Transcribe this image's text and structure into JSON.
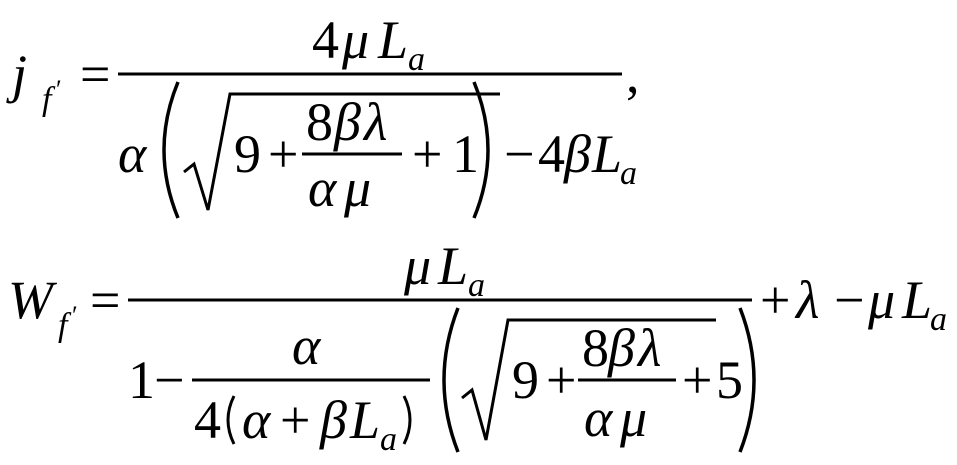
{
  "equation1": {
    "lhs_var": "j",
    "lhs_sub": "f",
    "lhs_prime": "′",
    "equals": "=",
    "numerator": {
      "coef": "4",
      "mu": "μ",
      "L": "L",
      "L_sub": "a"
    },
    "denominator": {
      "alpha": "α",
      "nine": "9",
      "plus1": "+",
      "frac_num": {
        "eight": "8",
        "beta": "β",
        "lambda": "λ"
      },
      "frac_den": {
        "alpha": "α",
        "mu": "μ"
      },
      "plus2": "+",
      "one": "1",
      "minus": "−",
      "four": "4",
      "beta": "β",
      "L": "L",
      "L_sub": "a"
    },
    "trailing_comma": ","
  },
  "equation2": {
    "lhs_var": "W",
    "lhs_sub": "f",
    "lhs_prime": "′",
    "equals": "=",
    "numerator": {
      "mu": "μ",
      "L": "L",
      "L_sub": "a"
    },
    "denominator": {
      "one": "1",
      "minus": "−",
      "frac_num": "α",
      "frac_den": {
        "four": "4",
        "alpha": "α",
        "plus": "+",
        "beta": "β",
        "L": "L",
        "L_sub": "a"
      },
      "nine": "9",
      "plus1": "+",
      "inner_num": {
        "eight": "8",
        "beta": "β",
        "lambda": "λ"
      },
      "inner_den": {
        "alpha": "α",
        "mu": "μ"
      },
      "plus2": "+",
      "five": "5"
    },
    "tail": {
      "plus": "+",
      "lambda": "λ",
      "minus": "−",
      "mu": "μ",
      "L": "L",
      "L_sub": "a"
    }
  }
}
